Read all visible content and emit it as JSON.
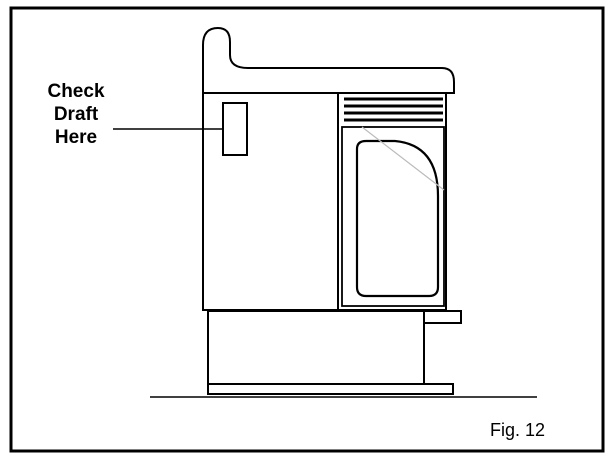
{
  "callout": {
    "line1": "Check",
    "line2": "Draft",
    "line3": "Here"
  },
  "figure_label": "Fig. 12",
  "colors": {
    "ink": "#000000",
    "paper": "#ffffff",
    "glass_highlight": "#bbbbbb"
  }
}
